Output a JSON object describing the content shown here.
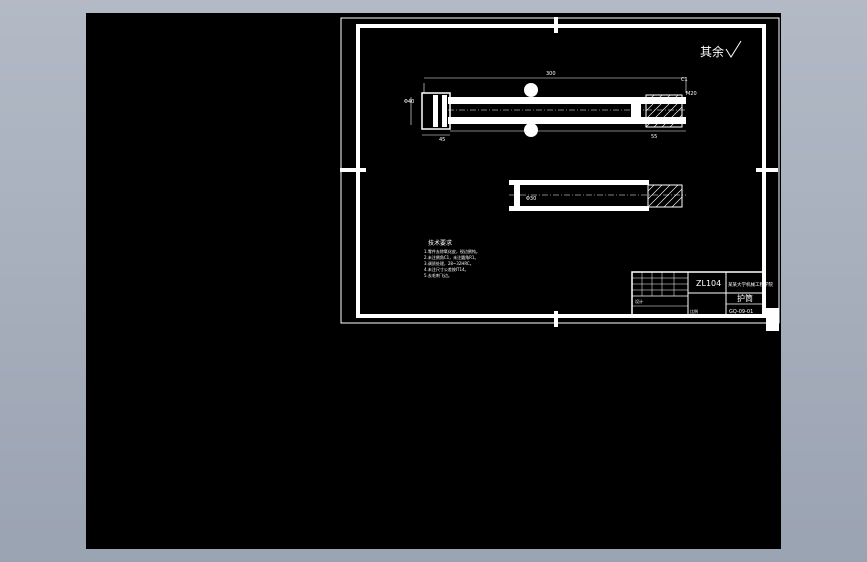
{
  "app": {
    "title": "",
    "accent": "#ffffff",
    "canvas_color": "#000000",
    "background_color": "#aab1bf"
  },
  "drawing": {
    "roughness_note": "其余",
    "roughness_icon": "surface-roughness-check-icon",
    "tech_requirements": {
      "heading": "技术要求",
      "lines": [
        "1.零件去除氧化皮，锐边倒钝。",
        "2.未注倒角C1，未注圆角R1。",
        "3.调质处理，28~32HRC。",
        "4.未注尺寸公差按IT14。",
        "5.去毛刺飞边。"
      ]
    },
    "title_block": {
      "material": "ZL104",
      "org": "某某大学机械工程学院",
      "part_name": "护筒",
      "drawing_no": "GQ-09-01",
      "drawn_by_label": "设计",
      "scale_label": "比例"
    },
    "dim_labels": {
      "overall_length": "300",
      "bore": "Φ40",
      "left_len": "45",
      "right_len": "55",
      "thread": "M20",
      "chamfer": "C1",
      "inner": "Φ30"
    }
  }
}
